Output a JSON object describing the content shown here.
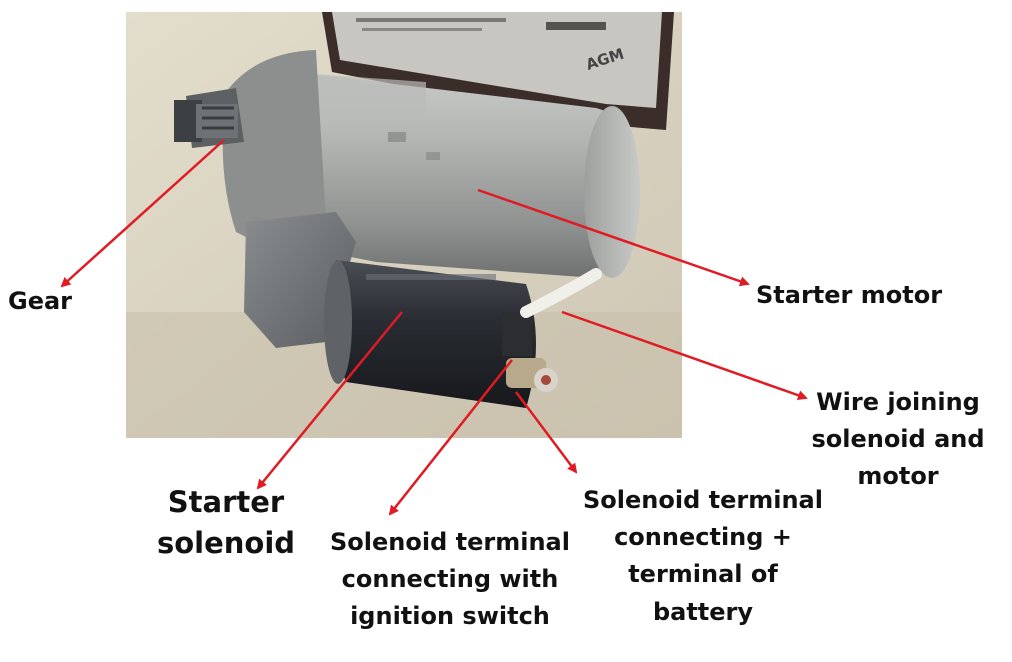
{
  "labels": {
    "gear": [
      "Gear"
    ],
    "starter_motor": [
      "Starter motor"
    ],
    "wire": [
      "Wire joining",
      "solenoid and",
      "motor"
    ],
    "starter_solenoid": [
      "Starter",
      "solenoid"
    ],
    "ignition_terminal": [
      "Solenoid terminal",
      "connecting with",
      "ignition switch"
    ],
    "battery_terminal": [
      "Solenoid terminal",
      "connecting +",
      "terminal of",
      "battery"
    ]
  },
  "battery_brand": "AGM",
  "colors": {
    "arrow": "#e01b24",
    "text": "#111111",
    "floor": "#d9d2c1",
    "motor_body": "#a8aaa8",
    "solenoid": "#2a2d33"
  }
}
